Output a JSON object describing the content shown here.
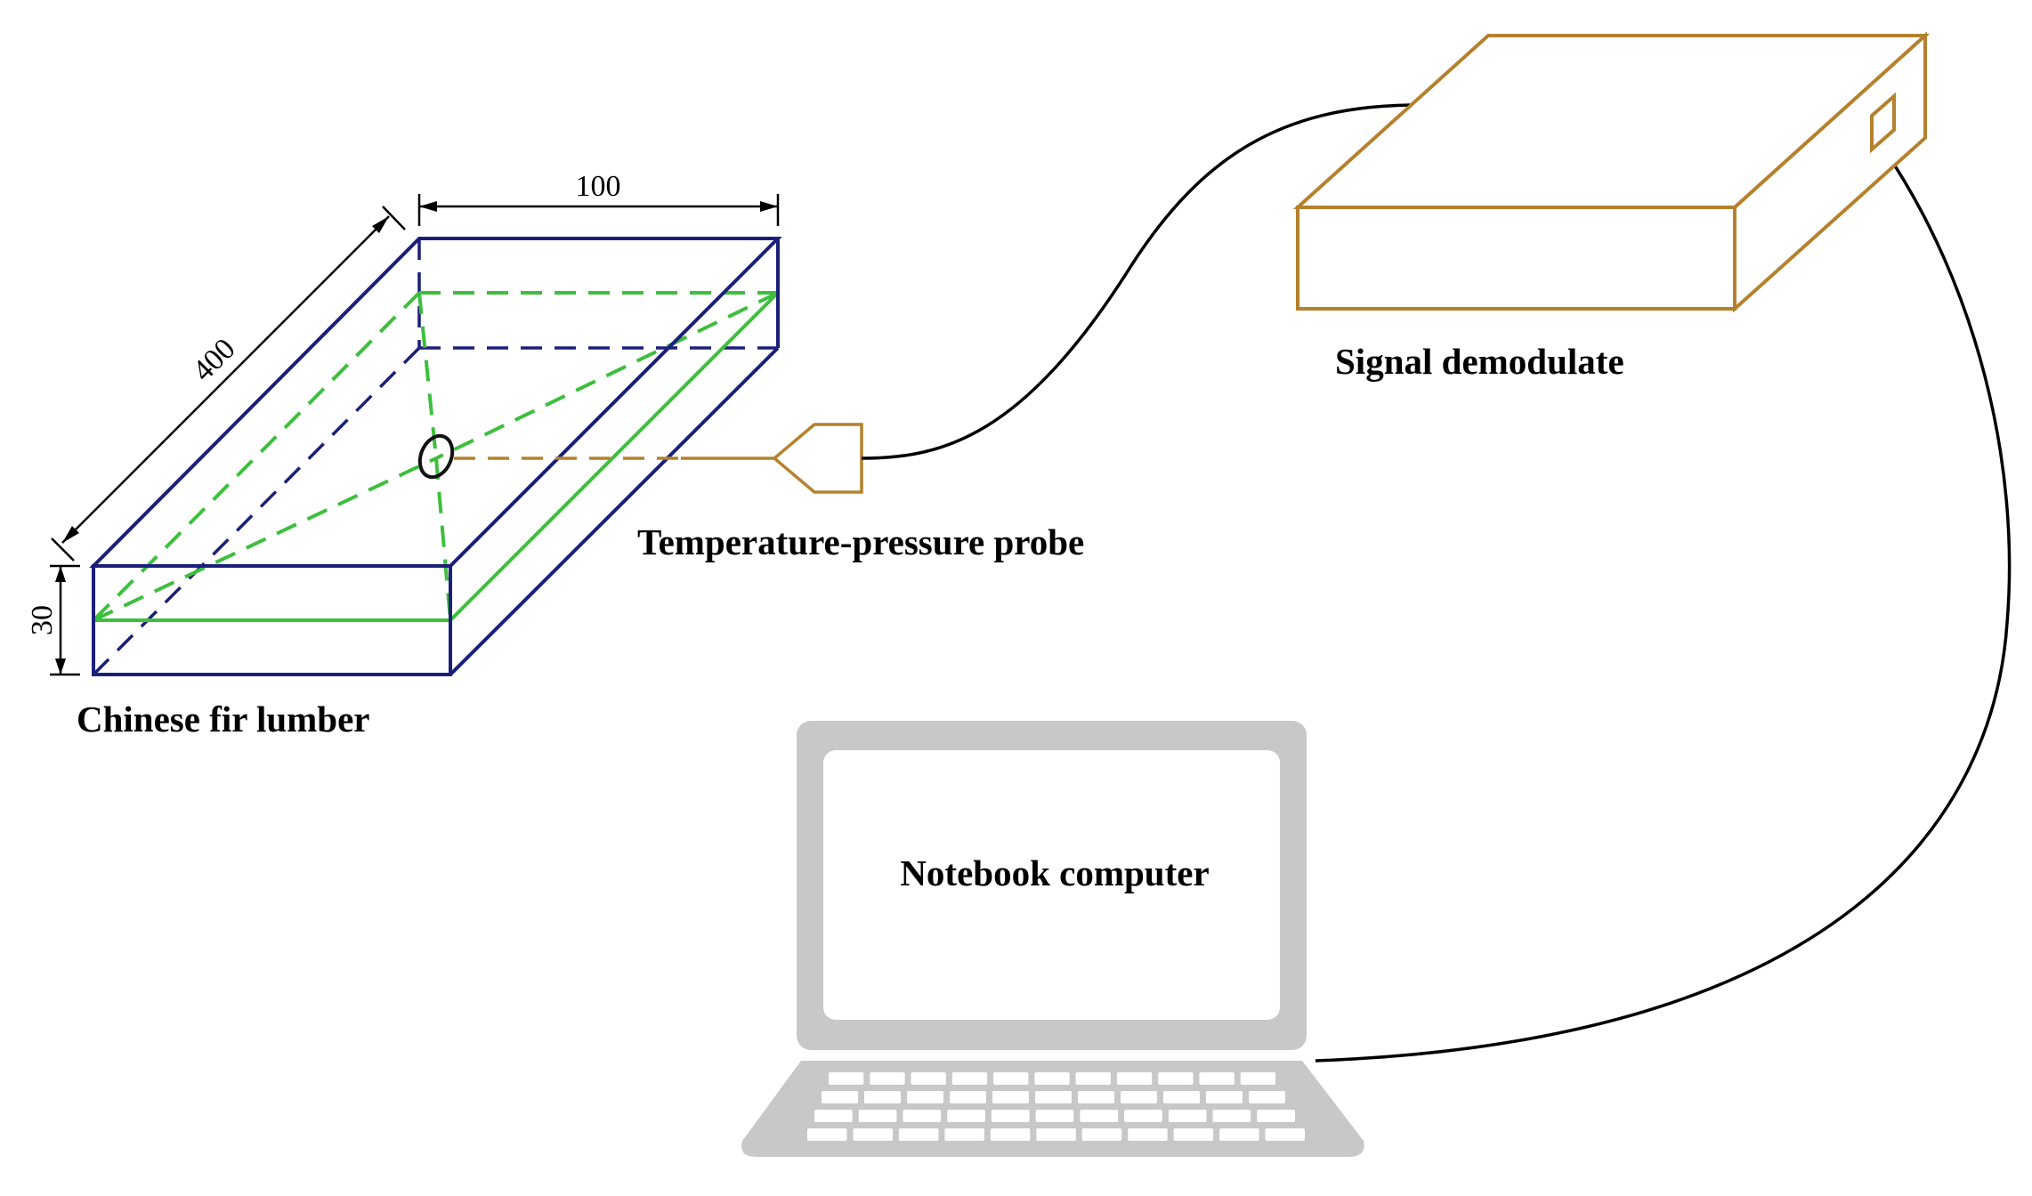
{
  "labels": {
    "lumber": "Chinese fir lumber",
    "probe": "Temperature-pressure probe",
    "demodulator": "Signal demodulate",
    "computer": "Notebook computer"
  },
  "dimensions": {
    "length": "400",
    "width": "100",
    "thickness": "30"
  },
  "colors": {
    "lumber_edges": "#1b1f7a",
    "diagonals": "#3dbf3d",
    "probe": "#b5812d",
    "demodulator": "#b5812d",
    "laptop": "#c8c8c8",
    "cable": "#000000"
  }
}
